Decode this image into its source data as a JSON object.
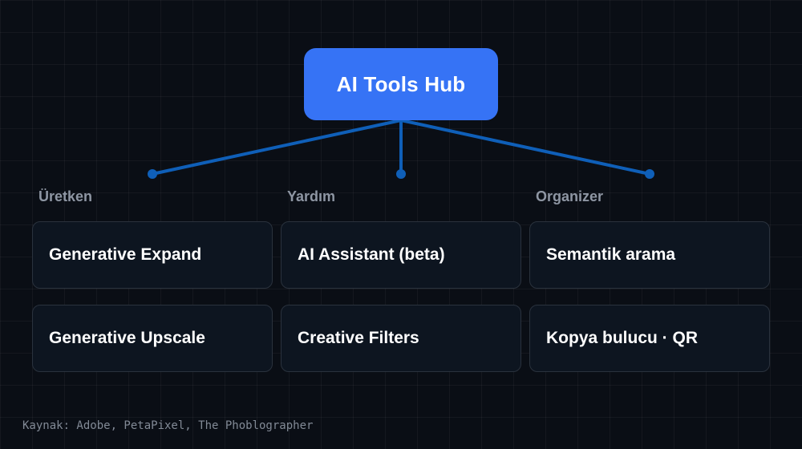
{
  "hub": {
    "title": "AI Tools Hub"
  },
  "colors": {
    "background": "#0a0e15",
    "hub_fill": "#3673f5",
    "connector": "#0f5fb8",
    "card_fill": "#0d1520",
    "card_border": "#2a323d",
    "header_text": "#8e96a3"
  },
  "columns": [
    {
      "header": "Üretken",
      "items": [
        "Generative Expand",
        "Generative Upscale"
      ]
    },
    {
      "header": "Yardım",
      "items": [
        "AI Assistant (beta)",
        "Creative Filters"
      ]
    },
    {
      "header": "Organizer",
      "items": [
        "Semantik arama",
        "Kopya bulucu · QR"
      ]
    }
  ],
  "footer": {
    "source": "Kaynak: Adobe, PetaPixel, The Phoblographer"
  }
}
